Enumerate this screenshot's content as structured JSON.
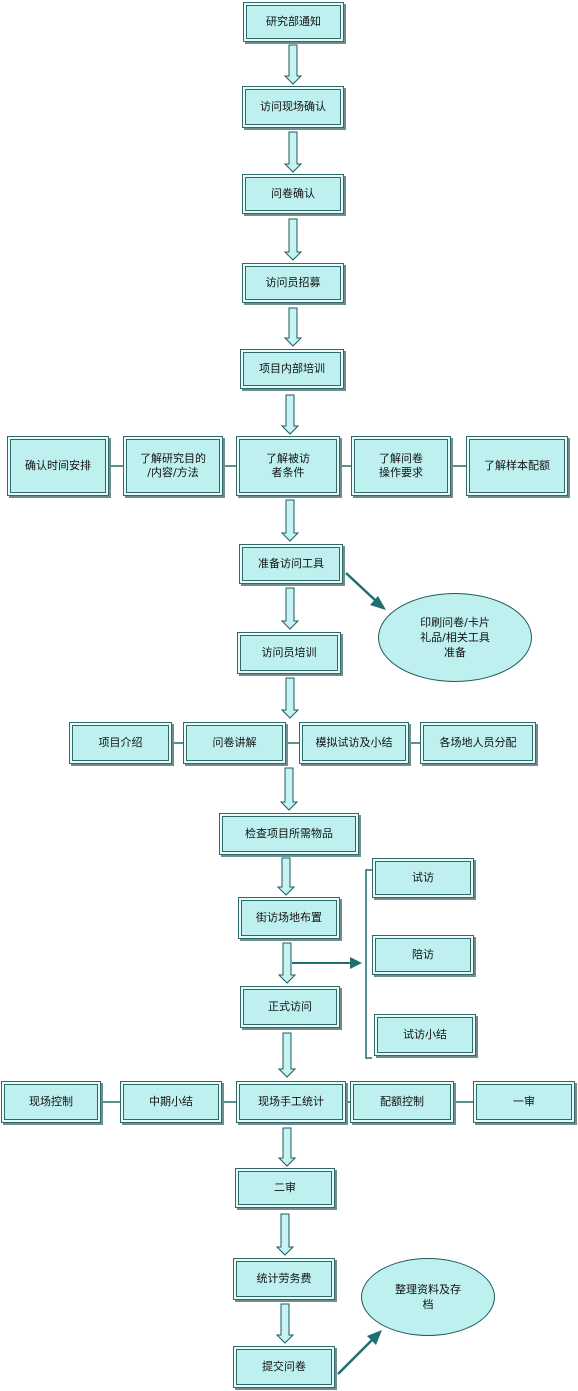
{
  "colors": {
    "box_fill": "#bff0f0",
    "box_border": "#2d6b6b",
    "arrow_fill": "#c6f3f3",
    "arrow_stroke": "#1f5a5a",
    "connector": "#1f6f6f"
  },
  "main_flow": [
    "研究部通知",
    "访问现场确认",
    "问卷确认",
    "访问员招募",
    "项目内部培训",
    "了解被访\n者条件",
    "准备访问工具",
    "访问员培训",
    "检查项目所需物品",
    "街访场地布置",
    "正式访问",
    "现场手工统计",
    "二审",
    "统计劳务费",
    "提交问卷"
  ],
  "side_row_1": {
    "left": [
      "确认时间安排",
      "了解研究目的\n/内容/方法"
    ],
    "right": [
      "了解问卷\n操作要求",
      "了解样本配额"
    ]
  },
  "side_row_2": {
    "left": [
      "项目介绍",
      "问卷讲解"
    ],
    "right": [
      "模拟试访及小结",
      "各场地人员分配"
    ]
  },
  "side_row_3": {
    "left": [
      "现场控制",
      "中期小结"
    ],
    "right": [
      "配额控制",
      "一审"
    ]
  },
  "visit_branch": [
    "试访",
    "陪访",
    "试访小结"
  ],
  "ellipses": {
    "prepare_tools": "印刷问卷/卡片\n礼品/相关工具\n准备",
    "archive": "整理资料及存\n档"
  }
}
